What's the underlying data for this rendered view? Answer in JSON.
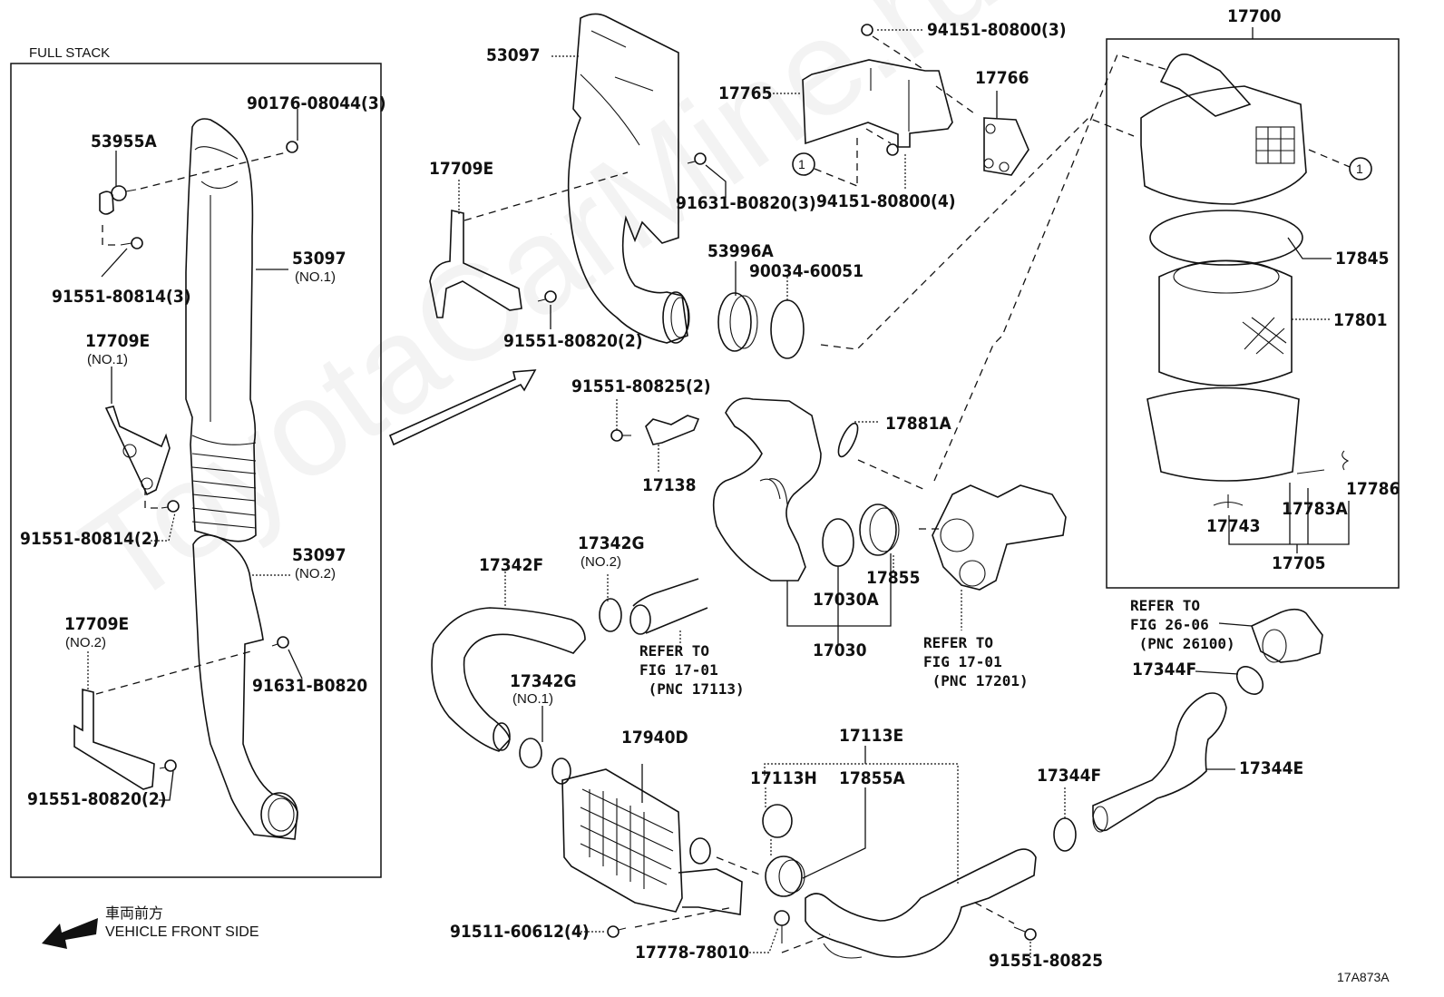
{
  "diagram": {
    "title_box": "FULL STACK",
    "watermark": "ToyotaCarMine.ru",
    "figure_code": "17A873A",
    "direction": {
      "label_jp": "車両前方",
      "label_en": "VEHICLE FRONT SIDE"
    },
    "callout_circle": "1",
    "labels": {
      "p90176": "90176-08044(3)",
      "p53955A": "53955A",
      "p53097_no1": "53097",
      "p53097_no1_sub": "(NO.1)",
      "p91551_80814_3": "91551-80814(3)",
      "p17709E_no1": "17709E",
      "p17709E_no1_sub": "(NO.1)",
      "p91551_80814_2": "91551-80814(2)",
      "p53097_no2": "53097",
      "p53097_no2_sub": "(NO.2)",
      "p17709E_no2": "17709E",
      "p17709E_no2_sub": "(NO.2)",
      "p91631_B0820": "91631-B0820",
      "p91551_80820_2_left": "91551-80820(2)",
      "p53097_top": "53097",
      "p17709E_top": "17709E",
      "p91631_B0820_3": "91631-B0820(3)",
      "p91551_80820_2_mid": "91551-80820(2)",
      "p17765": "17765",
      "p94151_3": "94151-80800(3)",
      "p17766": "17766",
      "p94151_4": "94151-80800(4)",
      "p53996A": "53996A",
      "p90034": "90034-60051",
      "p17700": "17700",
      "p17845": "17845",
      "p17801": "17801",
      "p17786": "17786",
      "p17783A": "17783A",
      "p17743": "17743",
      "p17705": "17705",
      "p91551_80825_2": "91551-80825(2)",
      "p17138": "17138",
      "p17881A": "17881A",
      "p17342F": "17342F",
      "p17342G_no2": "17342G",
      "p17342G_no2_sub": "(NO.2)",
      "p17342G_no1": "17342G",
      "p17342G_no1_sub": "(NO.1)",
      "p17855": "17855",
      "p17030A": "17030A",
      "p17030": "17030",
      "ref_17113": "REFER TO\nFIG 17-01\n (PNC 17113)",
      "ref_17201": "REFER TO\nFIG 17-01\n (PNC 17201)",
      "ref_26100": "REFER TO\nFIG 26-06\n (PNC 26100)",
      "p17344F_top": "17344F",
      "p17344E": "17344E",
      "p17344F_bot": "17344F",
      "p17940D": "17940D",
      "p17113E": "17113E",
      "p17113H": "17113H",
      "p17855A": "17855A",
      "p91511": "91511-60612(4)",
      "p17778": "17778-78010",
      "p91551_80825": "91551-80825"
    }
  }
}
